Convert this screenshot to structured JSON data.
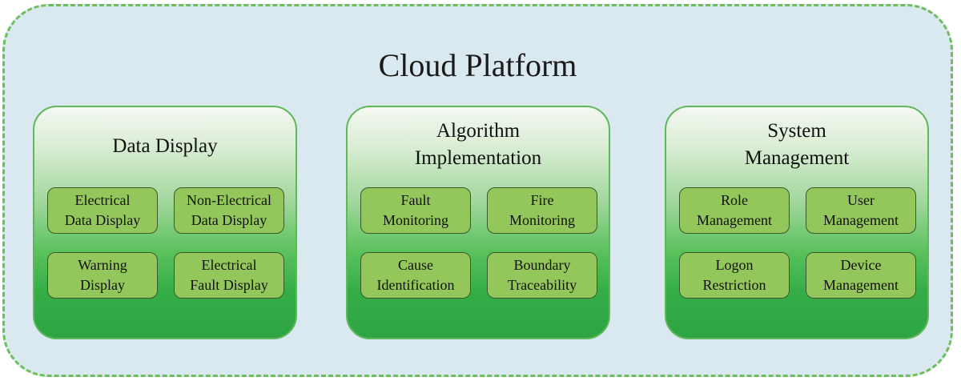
{
  "platform": {
    "title": "Cloud Platform"
  },
  "modules": [
    {
      "title": "Data Display",
      "items": [
        "Electrical\nData Display",
        "Non-Electrical\nData Display",
        "Warning\nDisplay",
        "Electrical\nFault Display"
      ]
    },
    {
      "title": "Algorithm\nImplementation",
      "items": [
        "Fault\nMonitoring",
        "Fire\nMonitoring",
        "Cause\nIdentification",
        "Boundary\nTraceability"
      ]
    },
    {
      "title": "System\nManagement",
      "items": [
        "Role\nManagement",
        "User\nManagement",
        "Logon\nRestriction",
        "Device\nManagement"
      ]
    }
  ],
  "colors": {
    "platform_border": "#6cbf5a",
    "platform_fill": "#dae8ef",
    "module_border": "#5fb85a",
    "module_bottom": "#2ea443",
    "item_fill": "#93c75c",
    "item_border": "#3a5a2a"
  }
}
